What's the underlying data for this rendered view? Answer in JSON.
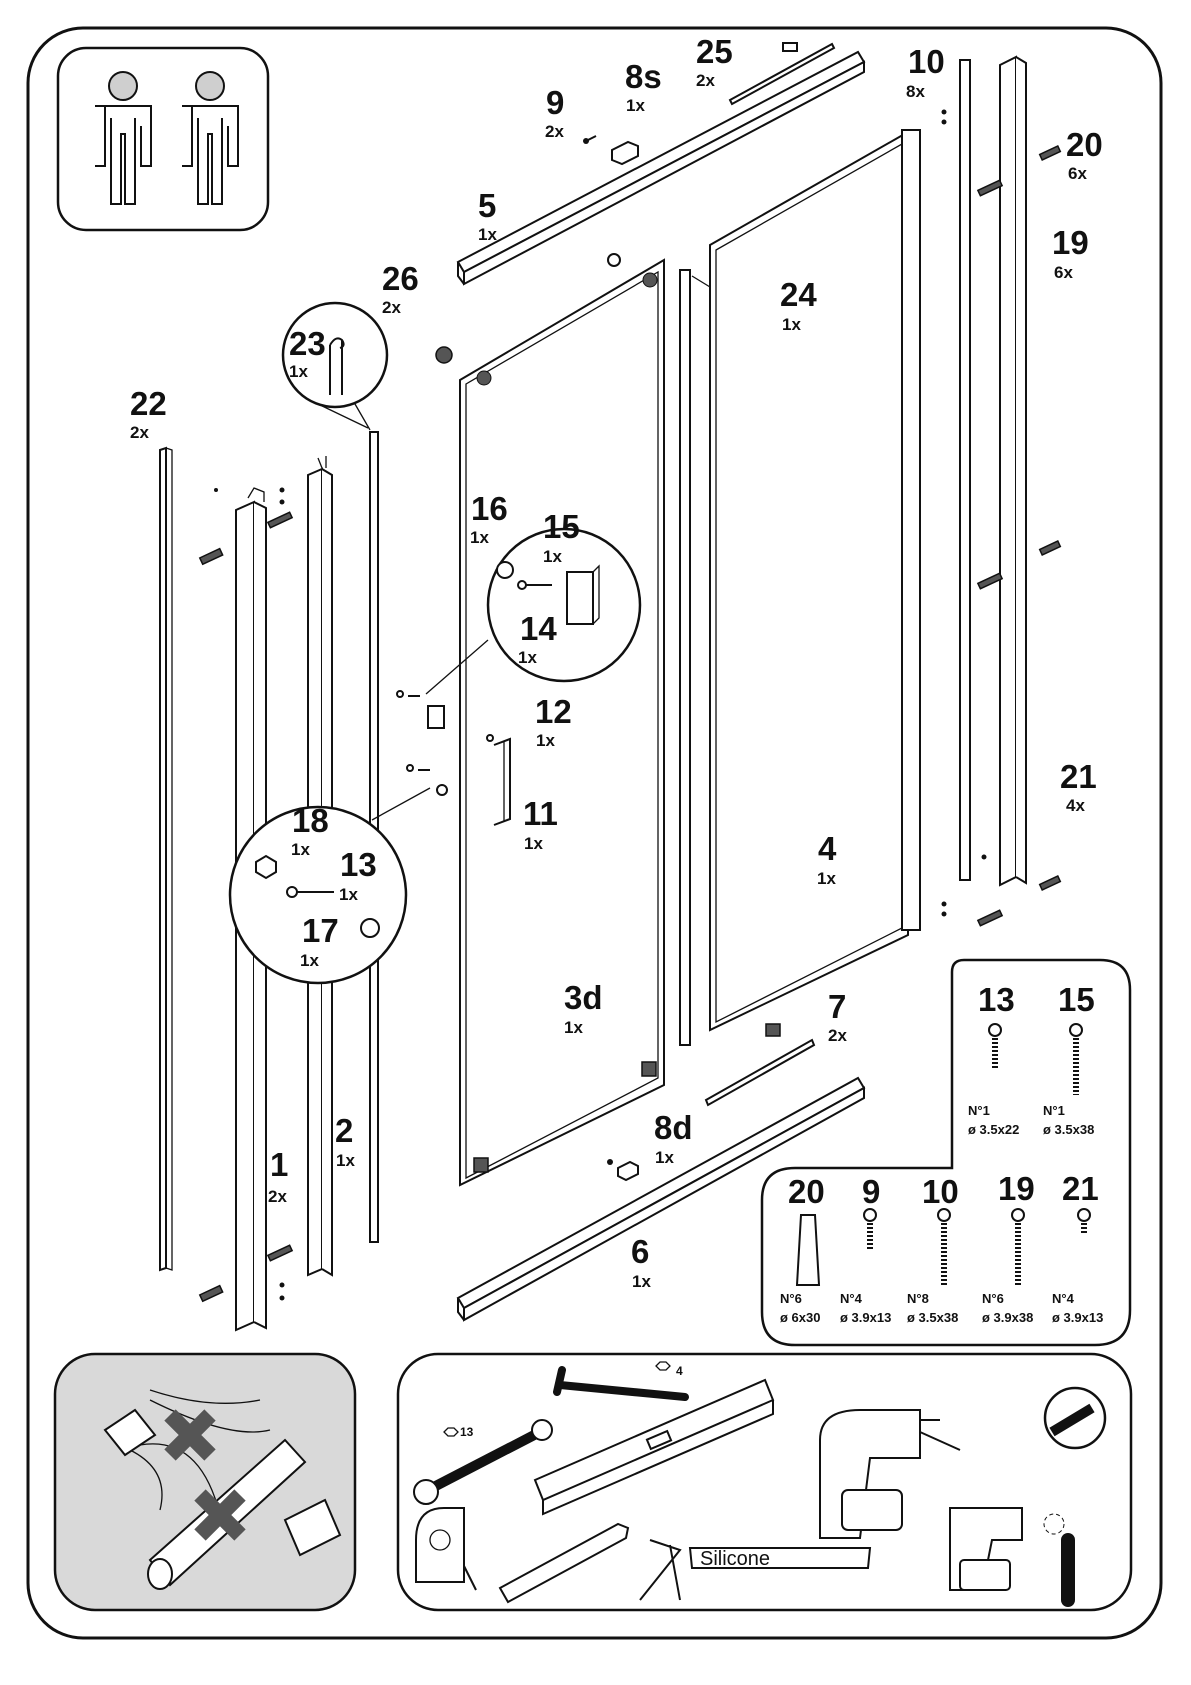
{
  "parts": [
    {
      "id": "p22",
      "num": "22",
      "qty": "2x"
    },
    {
      "id": "p23",
      "num": "23",
      "qty": "1x"
    },
    {
      "id": "p26",
      "num": "26",
      "qty": "2x"
    },
    {
      "id": "p5",
      "num": "5",
      "qty": "1x"
    },
    {
      "id": "p9",
      "num": "9",
      "qty": "2x"
    },
    {
      "id": "p8s",
      "num": "8s",
      "qty": "1x"
    },
    {
      "id": "p25",
      "num": "25",
      "qty": "2x"
    },
    {
      "id": "p10",
      "num": "10",
      "qty": "8x"
    },
    {
      "id": "p20",
      "num": "20",
      "qty": "6x"
    },
    {
      "id": "p19",
      "num": "19",
      "qty": "6x"
    },
    {
      "id": "p24",
      "num": "24",
      "qty": "1x"
    },
    {
      "id": "p16",
      "num": "16",
      "qty": "1x"
    },
    {
      "id": "p15",
      "num": "15",
      "qty": "1x"
    },
    {
      "id": "p14",
      "num": "14",
      "qty": "1x"
    },
    {
      "id": "p12",
      "num": "12",
      "qty": "1x"
    },
    {
      "id": "p11",
      "num": "11",
      "qty": "1x"
    },
    {
      "id": "p18",
      "num": "18",
      "qty": "1x"
    },
    {
      "id": "p13",
      "num": "13",
      "qty": "1x"
    },
    {
      "id": "p17",
      "num": "17",
      "qty": "1x"
    },
    {
      "id": "p21",
      "num": "21",
      "qty": "4x"
    },
    {
      "id": "p4",
      "num": "4",
      "qty": "1x"
    },
    {
      "id": "p3d",
      "num": "3d",
      "qty": "1x"
    },
    {
      "id": "p7",
      "num": "7",
      "qty": "2x"
    },
    {
      "id": "p8d",
      "num": "8d",
      "qty": "1x"
    },
    {
      "id": "p6",
      "num": "6",
      "qty": "1x"
    },
    {
      "id": "p2",
      "num": "2",
      "qty": "1x"
    },
    {
      "id": "p1",
      "num": "1",
      "qty": "2x"
    }
  ],
  "screws": [
    {
      "num": "13",
      "type": "N°1",
      "size": "ø 3.5x22"
    },
    {
      "num": "15",
      "type": "N°1",
      "size": "ø 3.5x38"
    },
    {
      "num": "20",
      "type": "N°6",
      "size": "ø 6x30"
    },
    {
      "num": "9",
      "type": "N°4",
      "size": "ø 3.9x13"
    },
    {
      "num": "10",
      "type": "N°8",
      "size": "ø 3.5x38"
    },
    {
      "num": "19",
      "type": "N°6",
      "size": "ø 3.9x38"
    },
    {
      "num": "21",
      "type": "N°4",
      "size": "ø 3.9x13"
    }
  ],
  "tools": {
    "hex_key_size": "4",
    "wrench_size": "13",
    "silicone_label": "Silicone"
  },
  "colors": {
    "line": "#111111",
    "panel_fill": "#d9d9d9",
    "background": "#ffffff"
  }
}
